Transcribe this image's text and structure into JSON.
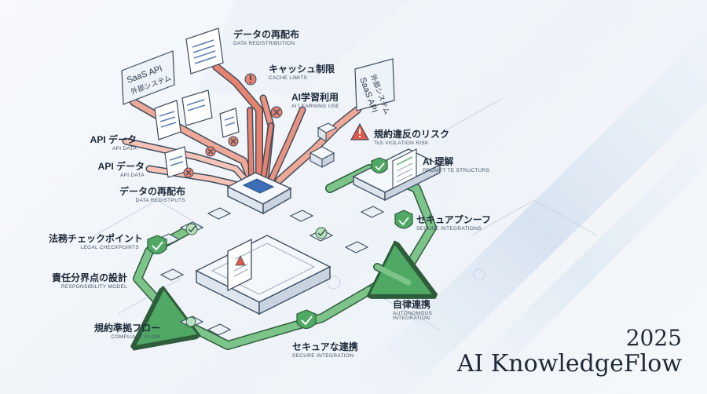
{
  "labels": {
    "data_redistribution_top": {
      "jp": "データの再配布",
      "en": "DATA REDISTRIBUTION"
    },
    "cache_limits": {
      "jp": "キャッシュ制限",
      "en": "CACHE LIMITS"
    },
    "ai_learning_use": {
      "jp": "AI学習利用",
      "en": "AI LEARNING USE"
    },
    "tos_violation_risk": {
      "jp": "規約違反のリスク",
      "en": "ToS VIOLATION RISK"
    },
    "api_data_1": {
      "jp": "API データ",
      "en": "API DATA"
    },
    "api_data_2": {
      "jp": "API データ",
      "en": "API DATA"
    },
    "data_redistputs": {
      "jp": "データの再配布",
      "en": "DATA REDISTPUTS"
    },
    "ai_prompt": {
      "jp": "AI 理解",
      "en": "PROMPT TE STRUCTURS"
    },
    "secure_integrations": {
      "jp": "セキュアプンーフ",
      "en": "SECURE INTEGRATIONS"
    },
    "legal_checkpoints": {
      "jp": "法務チェックポイント",
      "en": "LEGAL CHECKPOINTS"
    },
    "responsibility_model": {
      "jp": "責任分界点の設計",
      "en": "RESPONSIBILITY MODEL"
    },
    "autonomous_integration": {
      "jp": "自律連携",
      "en": "AUTONOMOUS INTEGRATION"
    },
    "compliant_flow": {
      "jp": "規約準拠フロー",
      "en": "COMPLIANT FLOW"
    },
    "secure_integration": {
      "jp": "セキュアな連携",
      "en": "SECURE INTEGRATION"
    }
  },
  "saas_left": {
    "line1": "SaaS API",
    "line2": "外部システム"
  },
  "saas_right": {
    "line1": "SaaS API",
    "line2": "外部システム"
  },
  "brand": {
    "year": "2025",
    "name": "AI KnowledgeFlow"
  },
  "colors": {
    "risk_flow": "#e8826f",
    "risk_flow_light": "#f6c3b6",
    "secure_flow": "#4fa864",
    "secure_flow_light": "#b9e0c2",
    "platform": "#f4f7fb",
    "outline": "#3f4d5e",
    "accent_blue": "#3d6fb6",
    "warning": "#e05a4a"
  },
  "icons": [
    "document-icon",
    "warning-icon",
    "error-x-icon",
    "shield-check-icon",
    "checkmark-icon",
    "server-box-icon",
    "arrow-icon"
  ]
}
